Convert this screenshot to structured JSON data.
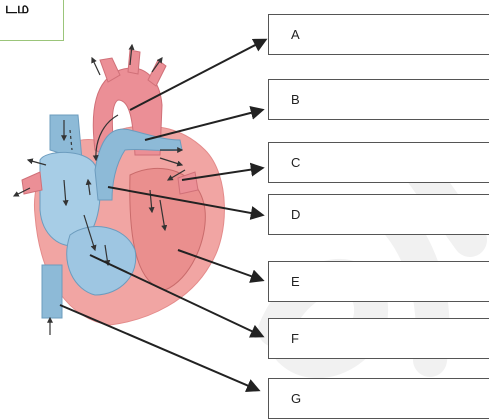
{
  "corner_note": "டம",
  "labels": [
    "A",
    "B",
    "C",
    "D",
    "E",
    "F",
    "G"
  ],
  "colors": {
    "aorta": "#e98a8f",
    "heart_muscle": "#f0a6a6",
    "vena_cava": "#8fbcd8",
    "blood_blue": "#a9cde6",
    "watermark": "#f2f2f2",
    "box_border": "#555555",
    "corner_border": "#9bc57a"
  }
}
